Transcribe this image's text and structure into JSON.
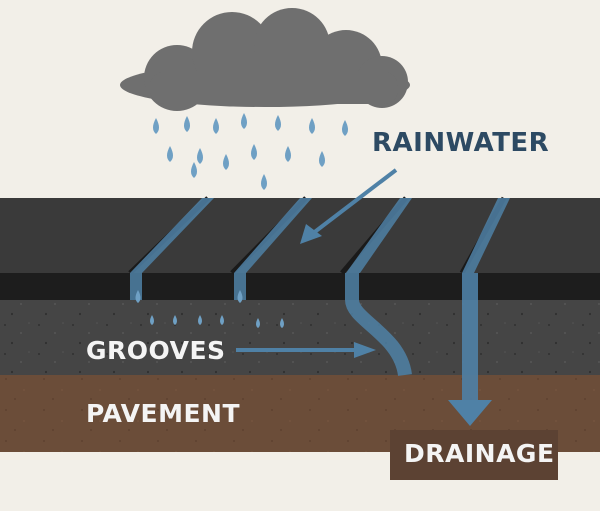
{
  "labels": {
    "rainwater": "RAINWATER",
    "grooves": "GROOVES",
    "pavement": "PAVEMENT",
    "drainage": "DRAINAGE"
  },
  "colors": {
    "background": "#f2efe8",
    "cloud": "#6f6f6f",
    "water": "#4f81a6",
    "label_dark": "#2d4a63",
    "label_light": "#f4f4f4",
    "surface_layer": "#3a3a3a",
    "groove_band": "#1d1d1d",
    "aggregate_layer": "#454545",
    "pavement_layer": "#6b4d39",
    "drainage_box": "#5c4233"
  }
}
